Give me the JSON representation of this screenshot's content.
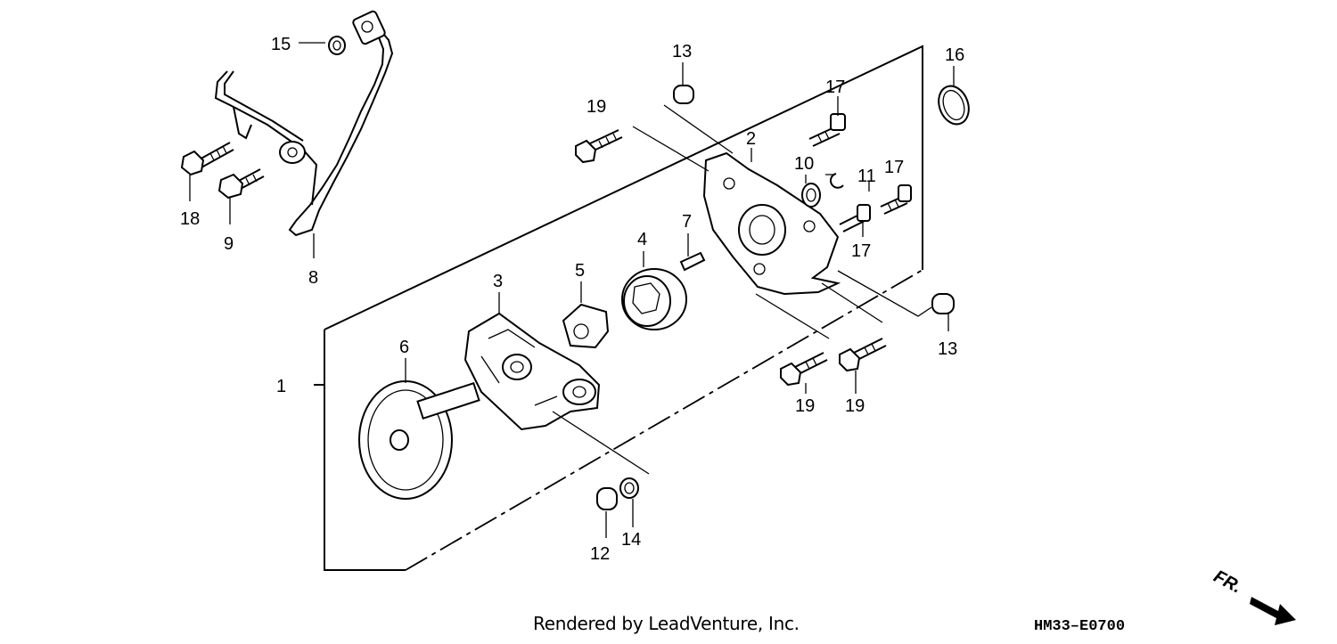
{
  "diagram": {
    "callouts": [
      {
        "id": "1",
        "text": "1"
      },
      {
        "id": "2",
        "text": "2"
      },
      {
        "id": "3",
        "text": "3"
      },
      {
        "id": "4",
        "text": "4"
      },
      {
        "id": "5",
        "text": "5"
      },
      {
        "id": "6",
        "text": "6"
      },
      {
        "id": "7",
        "text": "7"
      },
      {
        "id": "8",
        "text": "8"
      },
      {
        "id": "9",
        "text": "9"
      },
      {
        "id": "10",
        "text": "10"
      },
      {
        "id": "11",
        "text": "11"
      },
      {
        "id": "12",
        "text": "12"
      },
      {
        "id": "13a",
        "text": "13"
      },
      {
        "id": "13b",
        "text": "13"
      },
      {
        "id": "14",
        "text": "14"
      },
      {
        "id": "15",
        "text": "15"
      },
      {
        "id": "16",
        "text": "16"
      },
      {
        "id": "17a",
        "text": "17"
      },
      {
        "id": "17b",
        "text": "17"
      },
      {
        "id": "17c",
        "text": "17"
      },
      {
        "id": "18",
        "text": "18"
      },
      {
        "id": "19a",
        "text": "19"
      },
      {
        "id": "19b",
        "text": "19"
      },
      {
        "id": "19c",
        "text": "19"
      }
    ],
    "direction_marker": "FR.",
    "credit": "Rendered by LeadVenture, Inc.",
    "drawing_code": "HM33–E0700"
  }
}
